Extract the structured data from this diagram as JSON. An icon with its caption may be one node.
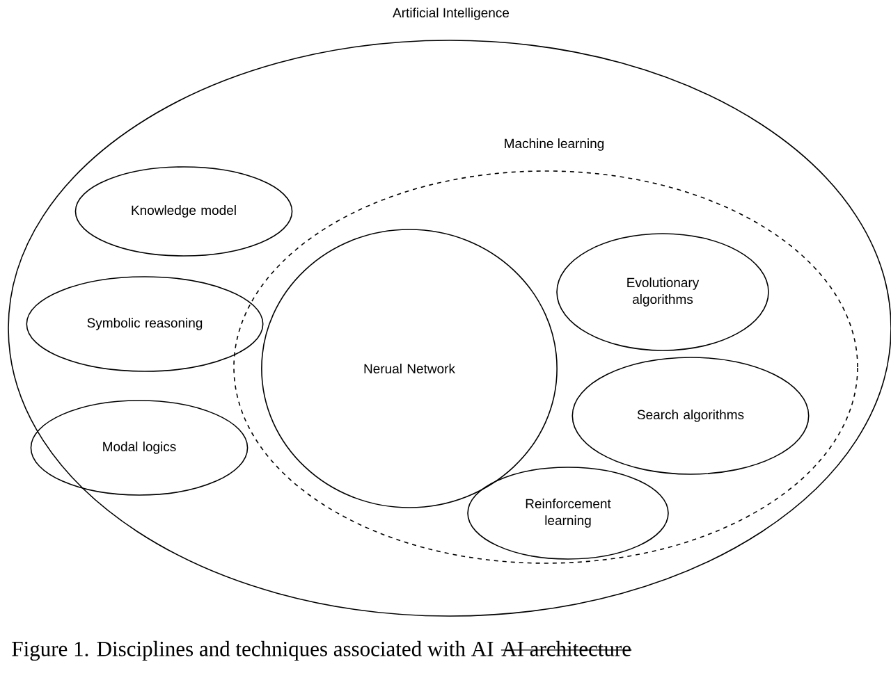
{
  "diagram": {
    "caption": "Figure 1. Disciplines and techniques associated with AI",
    "nodes": [
      {
        "text": [
          "Artificial Intelligence"
        ]
      },
      {
        "text": [
          "Knowledge model"
        ],
        "in": 0
      },
      {
        "text": [
          "Symbolic reasoning"
        ],
        "in": 0
      },
      {
        "text": [
          "Modal logics"
        ],
        "in": 0
      },
      {
        "text": [
          "Machine learning"
        ],
        "in": 0
      },
      {
        "text": [
          "Nerual Network"
        ],
        "in": 4
      },
      {
        "text": [
          "Evolutionary algorithms"
        ],
        "in": 4
      },
      {
        "text": [
          "Search algorithms"
        ],
        "in": 4
      },
      {
        "text": [
          "Reinforcement learning"
        ],
        "in": 4
      }
    ],
    "labels": [
      "AI architecture"
    ]
  }
}
